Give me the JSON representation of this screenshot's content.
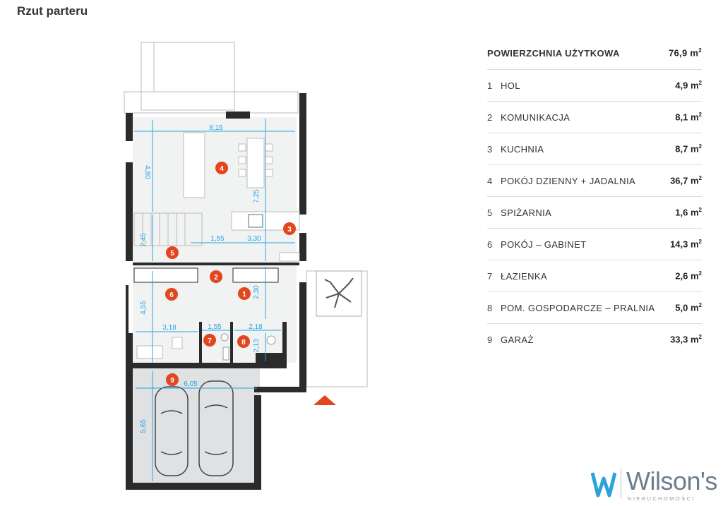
{
  "page": {
    "title": "Rzut parteru"
  },
  "summary": {
    "total_label": "POWIERZCHNIA UŻYTKOWA",
    "total_value": "76,9 m",
    "unit_exp": "2",
    "rooms": [
      {
        "num": "1",
        "name": "HOL",
        "area": "4,9 m"
      },
      {
        "num": "2",
        "name": "KOMUNIKACJA",
        "area": "8,1 m"
      },
      {
        "num": "3",
        "name": "KUCHNIA",
        "area": "8,7 m"
      },
      {
        "num": "4",
        "name": "POKÓJ DZIENNY + JADALNIA",
        "area": "36,7 m"
      },
      {
        "num": "5",
        "name": "SPIŻARNIA",
        "area": "1,6 m"
      },
      {
        "num": "6",
        "name": "POKÓJ – GABINET",
        "area": "14,3 m"
      },
      {
        "num": "7",
        "name": "ŁAZIENKA",
        "area": "2,6 m"
      },
      {
        "num": "8",
        "name": "POM. GOSPODARCZE – PRALNIA",
        "area": "5,0 m"
      },
      {
        "num": "9",
        "name": "GARAŻ",
        "area": "33,3 m"
      }
    ]
  },
  "plan": {
    "dimensions": [
      "8,15",
      "4,80",
      "7,25",
      "2,45",
      "1,55",
      "3,30",
      "2,30",
      "4,55",
      "3,18",
      "1,55",
      "2,18",
      "2,13",
      "6,05",
      "5,65"
    ],
    "markers": [
      "1",
      "2",
      "3",
      "4",
      "5",
      "6",
      "7",
      "8",
      "9"
    ],
    "colors": {
      "wall": "#2b2b2b",
      "room": "#f1f2f2",
      "garage": "#dfe1e3",
      "dim": "#27a6e1",
      "marker": "#e2461f"
    }
  },
  "logo": {
    "word": "Wilson's",
    "sub": "NIERUCHOMOŚCI"
  }
}
